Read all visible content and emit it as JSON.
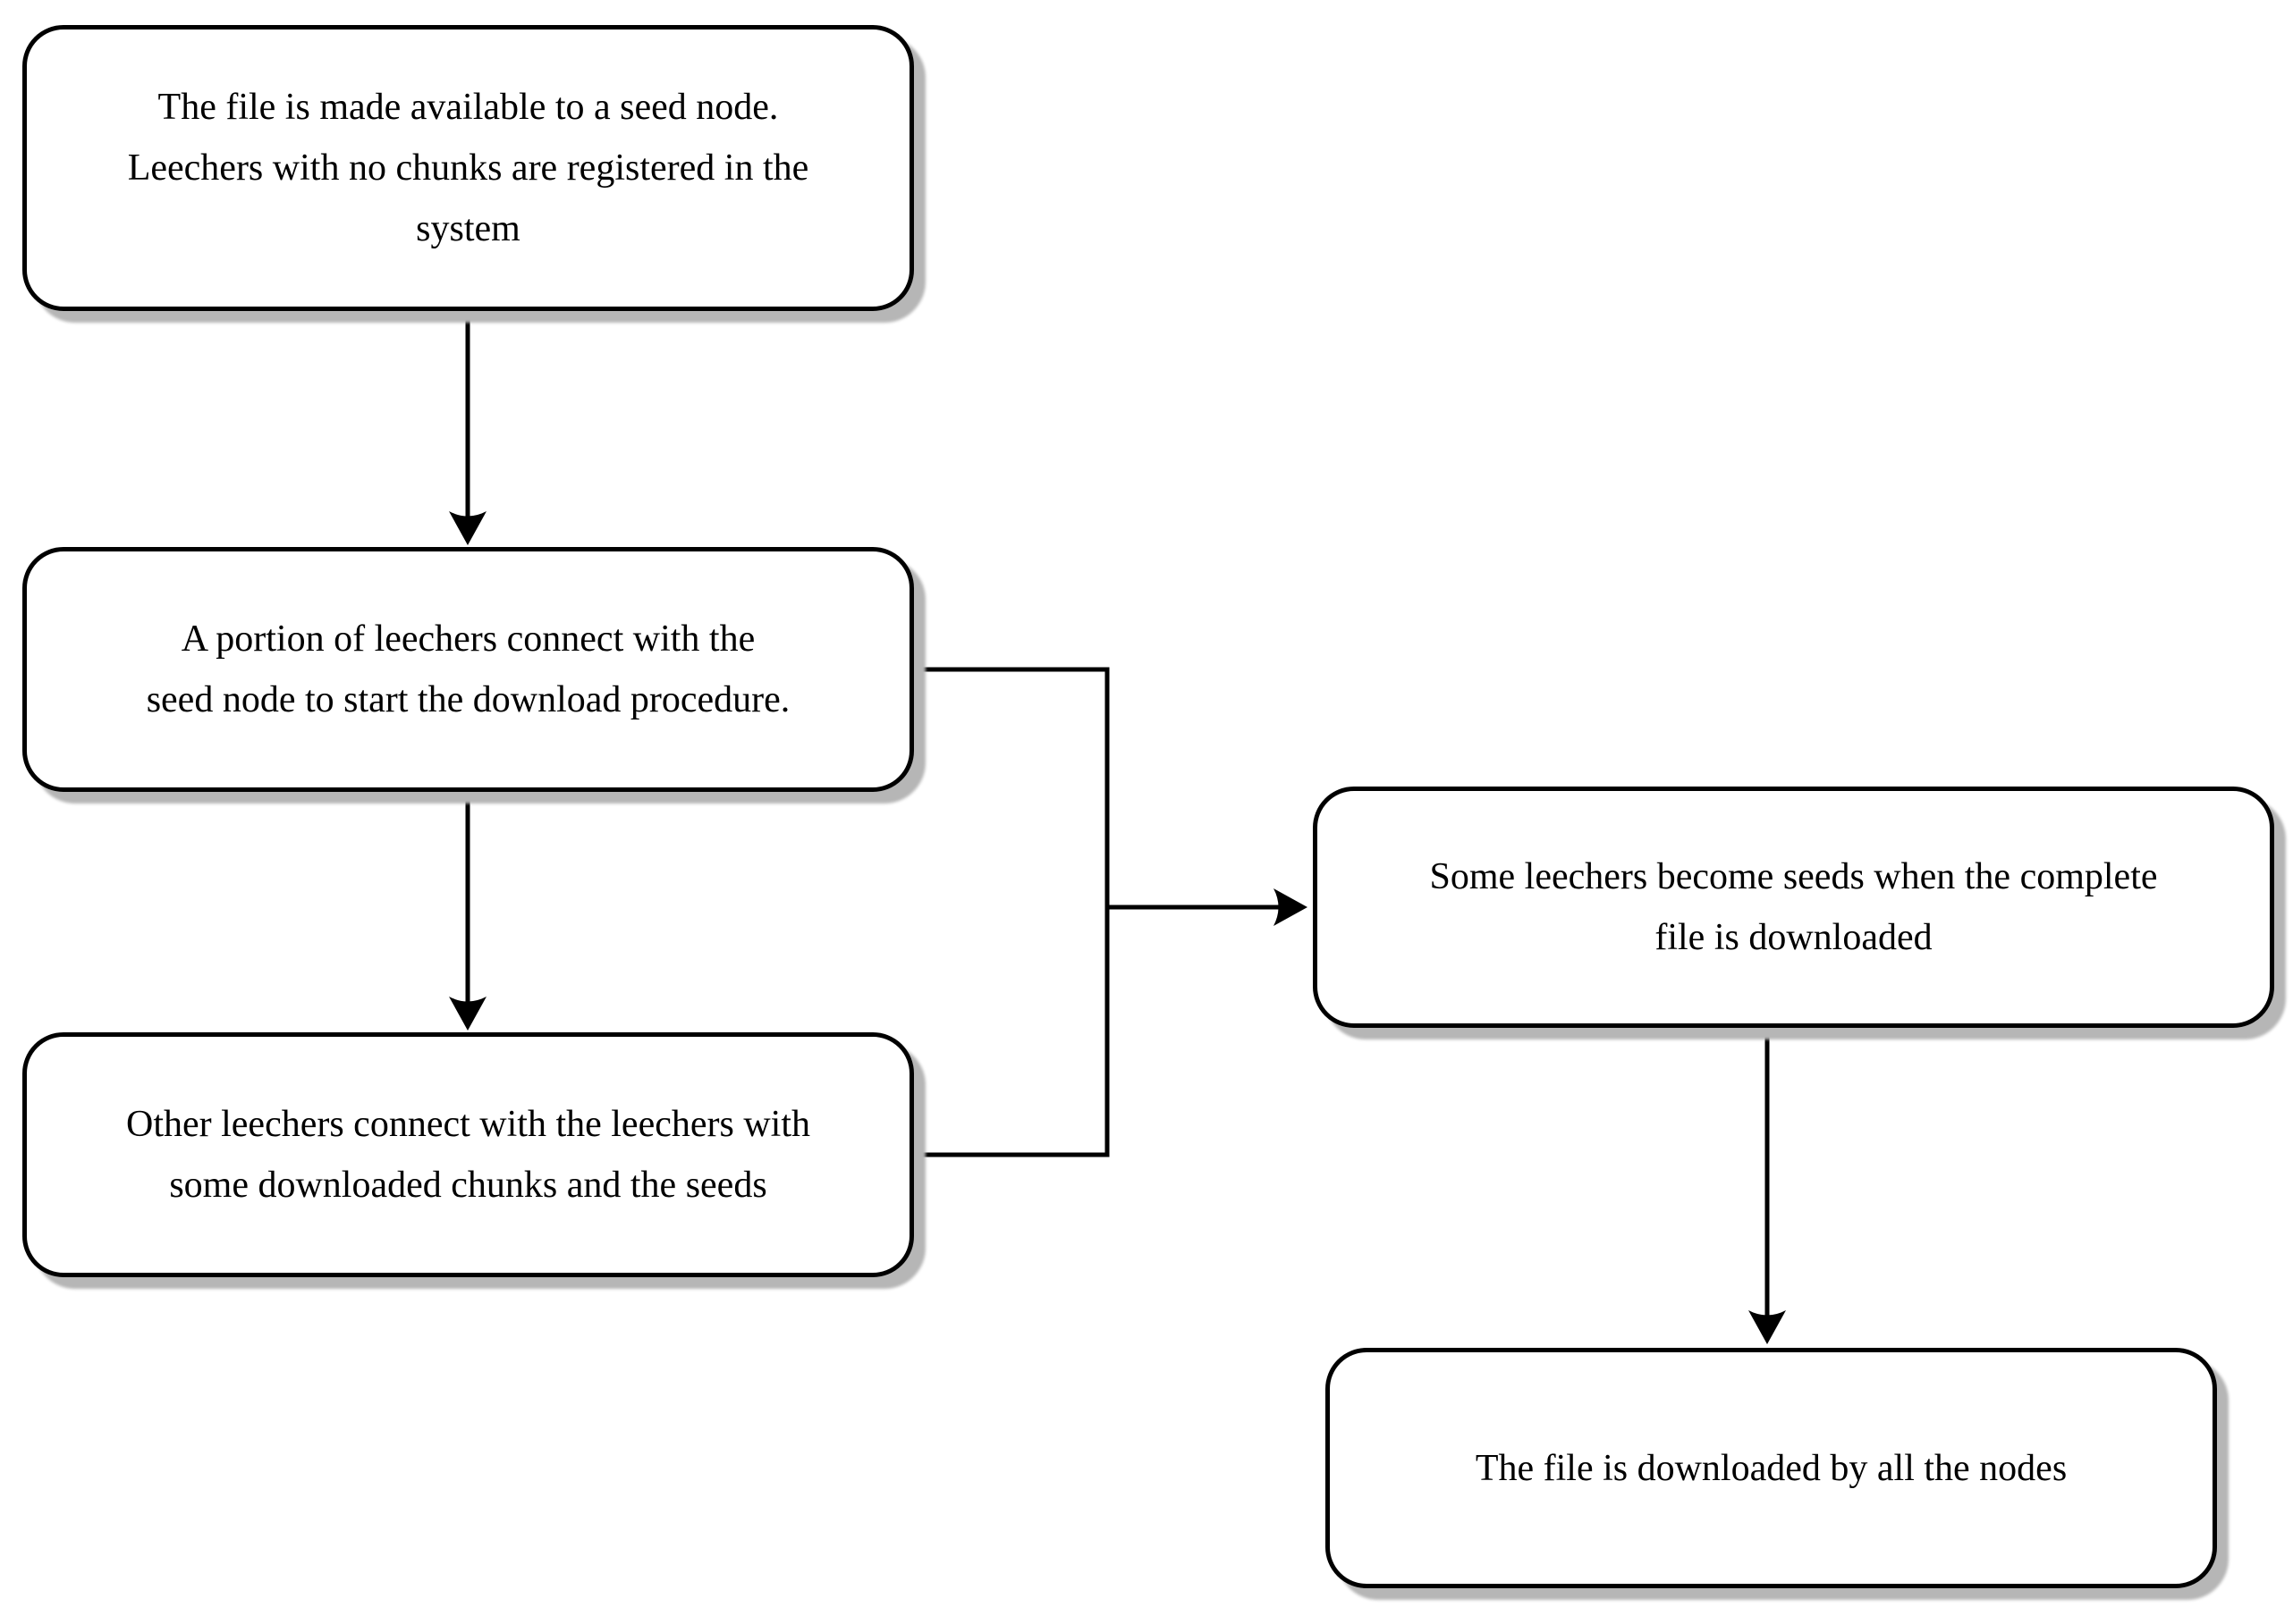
{
  "diagram": {
    "type": "flowchart",
    "nodes": {
      "seed": {
        "label": "The file is made available to a seed node.\nLeechers with no chunks are registered in the\nsystem"
      },
      "portion": {
        "label": "A portion of leechers connect with the\nseed node to start the download procedure."
      },
      "other": {
        "label": "Other leechers connect with the leechers with\nsome downloaded chunks and the seeds"
      },
      "become": {
        "label": "Some leechers become seeds when the complete\nfile is downloaded"
      },
      "done": {
        "label": "The file is downloaded by all the nodes"
      }
    },
    "edges": [
      {
        "from": "seed",
        "to": "portion",
        "style": "arrow-down"
      },
      {
        "from": "portion",
        "to": "other",
        "style": "arrow-down"
      },
      {
        "from": "portion",
        "to": "become",
        "style": "elbow-merge-arrow-right"
      },
      {
        "from": "other",
        "to": "become",
        "style": "elbow-merge-arrow-right"
      },
      {
        "from": "become",
        "to": "done",
        "style": "arrow-down"
      }
    ]
  },
  "colors": {
    "canvas": "#ffffff",
    "fill": "#ffffff",
    "border": "#000000",
    "shadow": "#b6b6b6",
    "ink": "#000000",
    "line": "#000000"
  }
}
